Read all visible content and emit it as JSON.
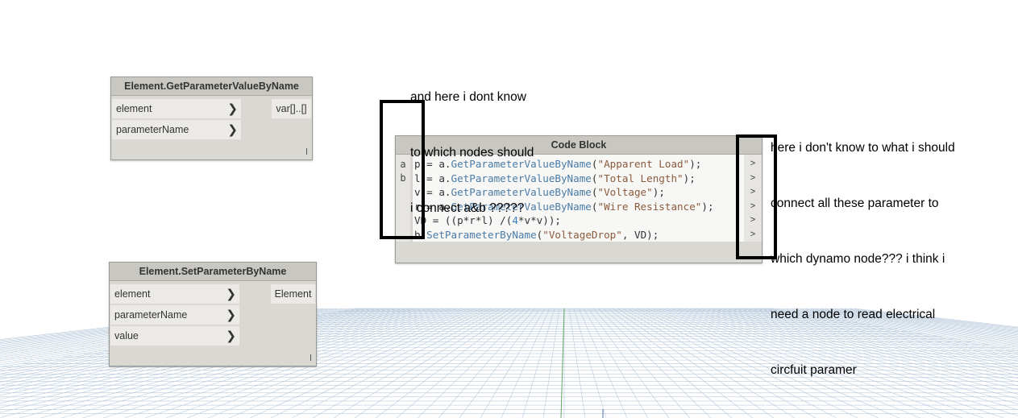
{
  "annotations": {
    "note_left_lines": [
      "and here i dont know",
      "to which nodes should",
      "i connect a&b ?????"
    ],
    "note_right_lines": [
      "here i don't know to what i should",
      "connect all these parameter to",
      "which dynamo node??? i think i",
      "need a node to read electrical",
      "circfuit paramer"
    ]
  },
  "nodes": {
    "get_param": {
      "title": "Element.GetParameterValueByName",
      "inputs": [
        "element",
        "parameterName"
      ],
      "output": "var[]..[]",
      "port_arrow": "❯",
      "lacing": "l"
    },
    "set_param": {
      "title": "Element.SetParameterByName",
      "inputs": [
        "element",
        "parameterName",
        "value"
      ],
      "output": "Element",
      "port_arrow": "❯",
      "lacing": "l"
    },
    "code_block": {
      "title": "Code Block",
      "inputs": [
        "a",
        "b"
      ],
      "code_lines": [
        "p = a.GetParameterValueByName(\"Apparent Load\");",
        "l = a.GetParameterValueByName(\"Total Length\");",
        "v = a.GetParameterValueByName(\"Voltage\");",
        "r = a.GetParameterValueByName(\"Wire Resistance\");",
        "VD = ((p*r*l) /(4*v*v));",
        "b.SetParameterByName(\"VoltageDrop\", VD);"
      ],
      "outputs": [
        ">",
        ">",
        ">",
        ">",
        ">",
        ">"
      ]
    }
  },
  "colors": {
    "node_bg": "#d9d8d3",
    "node_header": "#c9c7c1",
    "port_bg": "#eceae6",
    "grid_line": "#9fb7cf"
  }
}
